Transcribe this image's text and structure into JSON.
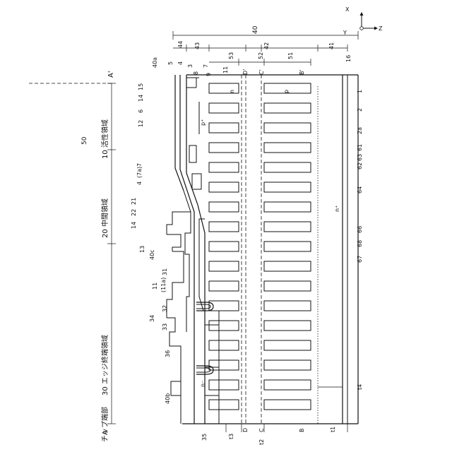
{
  "figure": {
    "axes": {
      "x": "X",
      "y": "Y",
      "z": "Z"
    },
    "points": {
      "A_top": "A'",
      "A_bottom": "A",
      "B_top": "B'",
      "B_bottom": "B",
      "C_top": "C'",
      "C_bottom": "C",
      "D_top": "D'",
      "D_bottom": "D"
    },
    "regions": {
      "active": "10 活性領域",
      "middle": "20 中間領域",
      "edge": "30 エッジ終端領域",
      "chip_end": "チップ端部"
    },
    "dimension_labels": {
      "d40": "40",
      "d44": "44",
      "d43": "43",
      "d53": "53",
      "d52": "52",
      "d42": "42",
      "d51": "51",
      "d41": "41",
      "d16": "16"
    },
    "ref_labels": {
      "r40a": "40a",
      "r5": "5",
      "r4a": "4",
      "r3": "3",
      "r8": "8",
      "r7a": "7",
      "r9": "9",
      "r11a": "11",
      "r15": "15",
      "r14a": "14",
      "r6": "6",
      "r12": "12",
      "r7": "7",
      "r7b": "(7a)",
      "r4": "4",
      "r21": "21",
      "r22": "22",
      "r14b": "14",
      "r13": "13",
      "r40c": "40c",
      "r31": "31",
      "r11": "11",
      "r11b": "(11a)",
      "r32": "32",
      "r34": "34",
      "r33": "33",
      "r36": "36",
      "r40b": "40b",
      "r35": "35",
      "r50": "50",
      "r1": "1",
      "r2": "2",
      "r2a": "2a",
      "r61": "61",
      "r63": "63",
      "r62": "62",
      "r64": "64",
      "r66": "66",
      "r68": "68",
      "r67": "67",
      "rt4": "t4",
      "rt1": "t1",
      "rt2": "t2",
      "rt3": "t3"
    },
    "doping": {
      "n": "n",
      "p": "p",
      "pplus": "p⁺",
      "nplus": "n⁺",
      "nminus": "n⁻"
    }
  }
}
